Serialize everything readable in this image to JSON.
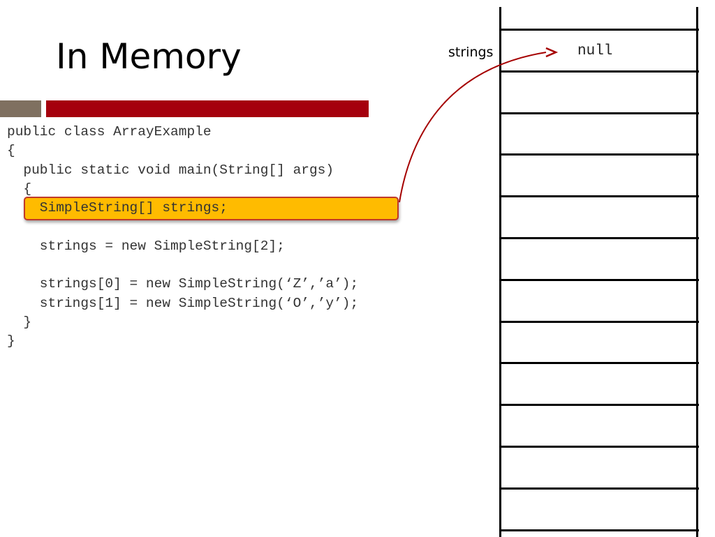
{
  "slide": {
    "title": "In Memory"
  },
  "code": {
    "lines": [
      "public class ArrayExample",
      "{",
      "  public static void main(String[] args)",
      "  {",
      "    SimpleString[] strings;",
      "",
      "    strings = new SimpleString[2];",
      "",
      "    strings[0] = new SimpleString(‘Z’,’a’);",
      "    strings[1] = new SimpleString(‘O’,’y’);",
      "  }",
      "}"
    ],
    "highlighted_line": 4
  },
  "memory": {
    "variable_label": "strings",
    "first_cell_value": "null",
    "cell_count": 12
  },
  "colors": {
    "title_bar_gray": "#7f7060",
    "title_bar_red": "#a5000d",
    "highlight_fill": "#ffbb00",
    "highlight_border": "#c0392b",
    "arrow": "#a50000"
  }
}
